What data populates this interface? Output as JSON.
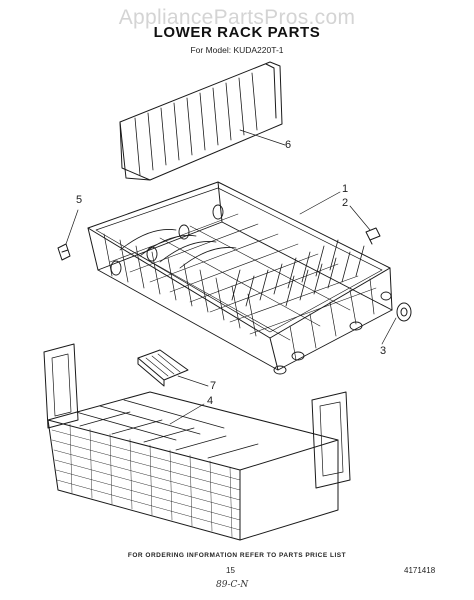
{
  "watermark": "AppliancePartsPros.com",
  "header": {
    "title": "LOWER RACK PARTS",
    "model_line": "For Model: KUDA220T-1"
  },
  "callouts": [
    "1",
    "2",
    "3",
    "4",
    "5",
    "6",
    "7"
  ],
  "footer": {
    "ordering_note": "FOR ORDERING INFORMATION REFER TO PARTS PRICE LIST",
    "page_number": "15",
    "document_number": "4171418",
    "handwritten_mark": "89-C-N"
  },
  "colors": {
    "line": "#1a1a1a",
    "watermark": "#d4d4d4",
    "background": "#ffffff"
  }
}
